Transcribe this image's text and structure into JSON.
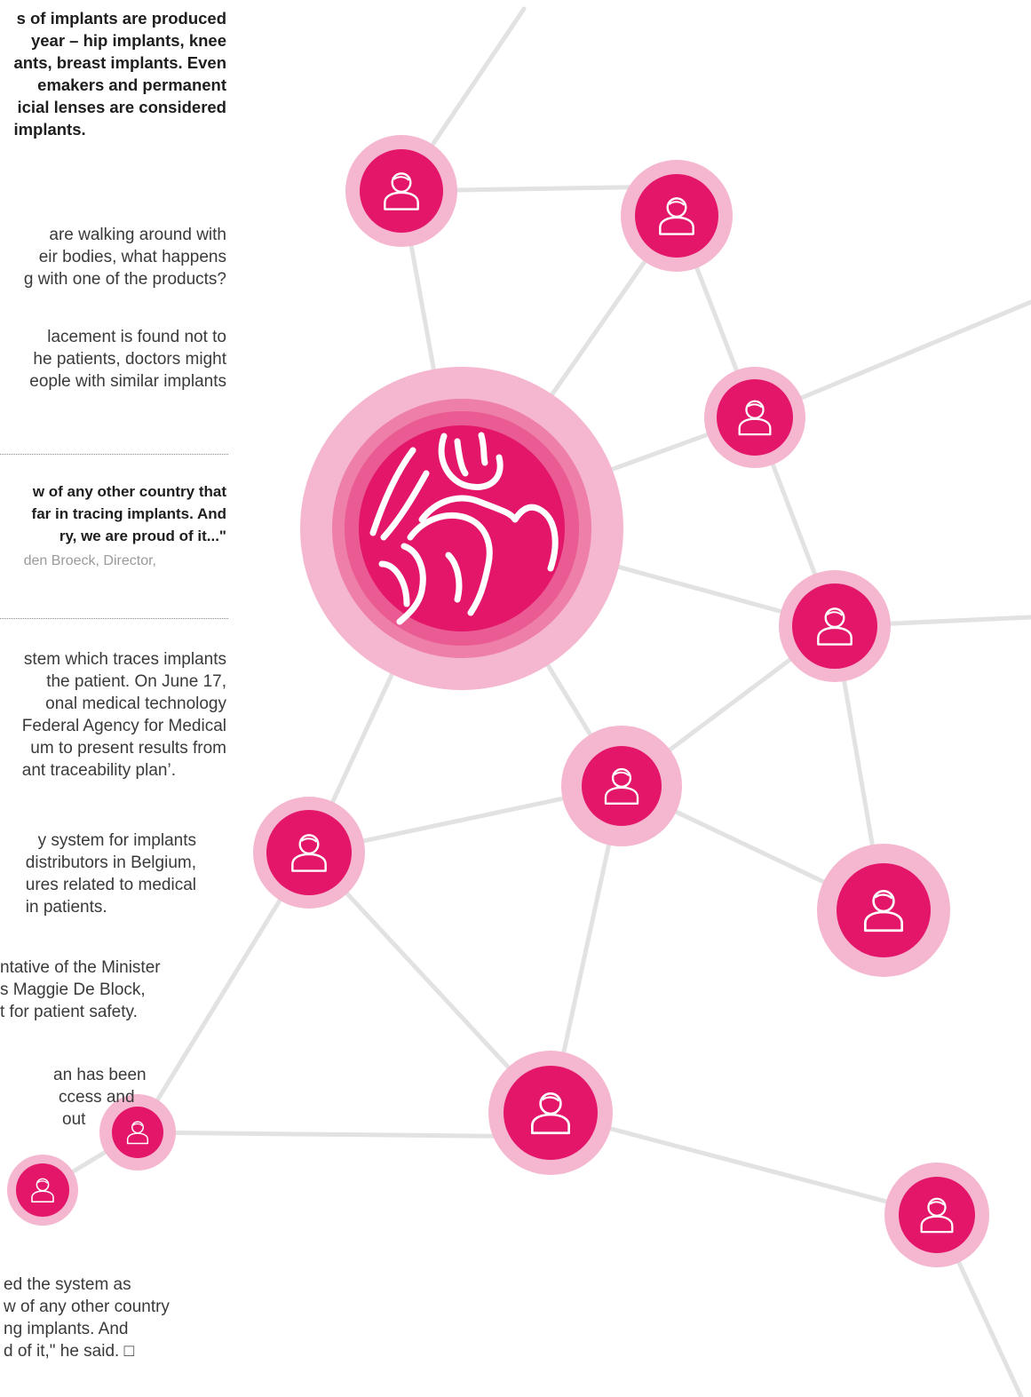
{
  "article": {
    "lead_lines": [
      "s of implants are produced",
      "year – hip implants, knee",
      "ants, breast implants. Even",
      "emakers and permanent",
      "icial lenses are considered",
      "implants."
    ],
    "para1_lines": [
      "are walking around with",
      "eir bodies, what happens",
      "g with one of the products?"
    ],
    "para2_lines": [
      "lacement is found not to",
      "he patients, doctors might",
      "eople with similar implants"
    ],
    "quote_lines": [
      "w of any other country that",
      "far in tracing implants. And",
      "ry, we are proud of it...\""
    ],
    "quote_attribution": "den Broeck, Director,",
    "para3_lines": [
      "stem which traces implants",
      "the patient. On June 17,",
      "onal medical technology",
      "Federal Agency for Medical",
      "um to present results from",
      "ant traceability plan’."
    ],
    "para4_lines": [
      "y system for implants",
      "distributors in Belgium,",
      "ures related to medical",
      "in patients."
    ],
    "para5_lines": [
      "ntative of the Minister",
      "s Maggie De Block,",
      "t for patient safety."
    ],
    "para6_lines": [
      "an has been",
      "ccess and",
      "out"
    ],
    "para7_lines": [
      "ed the system as",
      "w of any other country",
      "ng implants. And",
      "d of it,\" he said. □"
    ]
  },
  "graphic": {
    "accent_color": "#e3166a",
    "halo_color": "#f5b6cf",
    "line_color": "#e2e2e2",
    "central_icon": "hip-joint-icon",
    "node_icon": "person-icon"
  }
}
